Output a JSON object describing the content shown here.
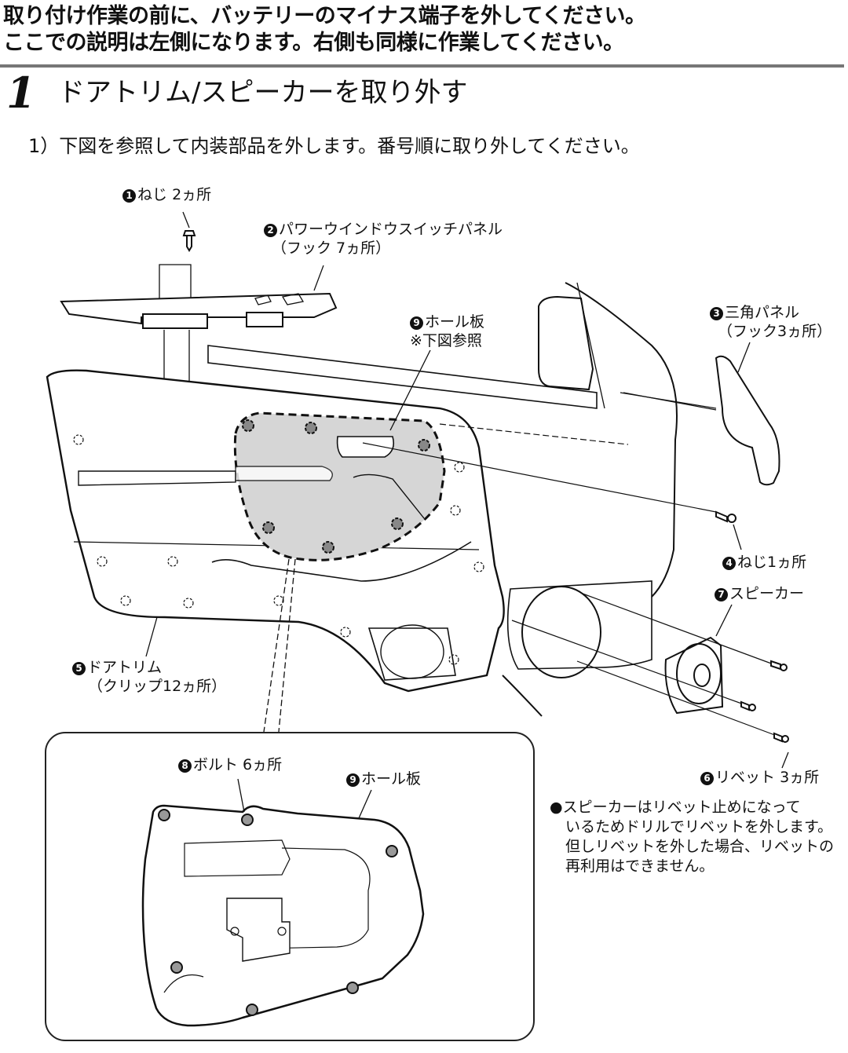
{
  "intro": {
    "line1": "取り付け作業の前に、バッテリーのマイナス端子を外してください。",
    "line2": "ここでの説明は左側になります。右側も同様に作業してください。"
  },
  "step": {
    "number": "1",
    "title": "ドアトリム/スピーカーを取り外す",
    "substep": "1）下図を参照して内装部品を外します。番号順に取り外してください。"
  },
  "callouts": [
    {
      "num": "1",
      "name": "ねじ",
      "detail": "2ヵ所"
    },
    {
      "num": "2",
      "name": "パワーウインドウスイッチパネル",
      "detail": "（フック 7ヵ所）"
    },
    {
      "num": "3",
      "name": "三角パネル",
      "detail": "（フック3ヵ所）"
    },
    {
      "num": "4",
      "name": "ねじ",
      "detail": "1ヵ所"
    },
    {
      "num": "5",
      "name": "ドアトリム",
      "detail": "（クリップ12ヵ所）"
    },
    {
      "num": "6",
      "name": "リベット",
      "detail": "3ヵ所"
    },
    {
      "num": "7",
      "name": "スピーカー",
      "detail": ""
    },
    {
      "num": "8",
      "name": "ボルト",
      "detail": "6ヵ所"
    },
    {
      "num": "9",
      "name": "ホール板",
      "detail": "※下図参照"
    }
  ],
  "inset": {
    "bolt_label_num": "8",
    "bolt_label": "ボルト 6ヵ所",
    "plate_label_num": "9",
    "plate_label": "ホール板"
  },
  "note": {
    "bullet": "●",
    "lines": [
      "スピーカーはリベット止めになって",
      "いるためドリルでリベットを外します。",
      "但しリベットを外した場合、リベットの",
      "再利用はできません。"
    ]
  }
}
